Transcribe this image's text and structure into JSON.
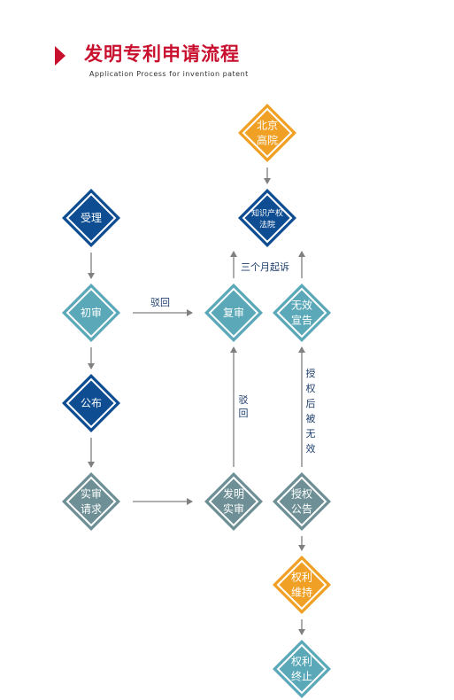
{
  "header": {
    "title": "发明专利申请流程",
    "subtitle": "Application Process for invention patent"
  },
  "colors": {
    "accent": "#c8102e",
    "blue": "#0e4d92",
    "teal": "#5aa8b8",
    "gray": "#6d8f95",
    "orange": "#f0a024",
    "arrow": "#808080",
    "label": "#1f3f6e"
  },
  "nodes": [
    {
      "id": "beijing",
      "lines": [
        "北京",
        "高院"
      ],
      "color": "orange"
    },
    {
      "id": "ip-court",
      "lines": [
        "知识产权",
        "法院"
      ],
      "color": "blue",
      "small": true
    },
    {
      "id": "accept",
      "lines": [
        "受理"
      ],
      "color": "blue"
    },
    {
      "id": "prelim",
      "lines": [
        "初审"
      ],
      "color": "teal"
    },
    {
      "id": "review",
      "lines": [
        "复审"
      ],
      "color": "teal"
    },
    {
      "id": "invalid",
      "lines": [
        "无效",
        "宣告"
      ],
      "color": "teal"
    },
    {
      "id": "publish",
      "lines": [
        "公布"
      ],
      "color": "blue"
    },
    {
      "id": "exam-request",
      "lines": [
        "实审",
        "请求"
      ],
      "color": "gray"
    },
    {
      "id": "exam",
      "lines": [
        "发明",
        "实审"
      ],
      "color": "gray"
    },
    {
      "id": "grant",
      "lines": [
        "授权",
        "公告"
      ],
      "color": "gray"
    },
    {
      "id": "maintain",
      "lines": [
        "权利",
        "维持"
      ],
      "color": "orange"
    },
    {
      "id": "terminate",
      "lines": [
        "权利",
        "终止"
      ],
      "color": "teal"
    }
  ],
  "edge_labels": {
    "reject_1": "驳回",
    "reject_2": "驳回",
    "three_months": "三个月起诉",
    "invalid_after_grant": "授权后被无效"
  }
}
